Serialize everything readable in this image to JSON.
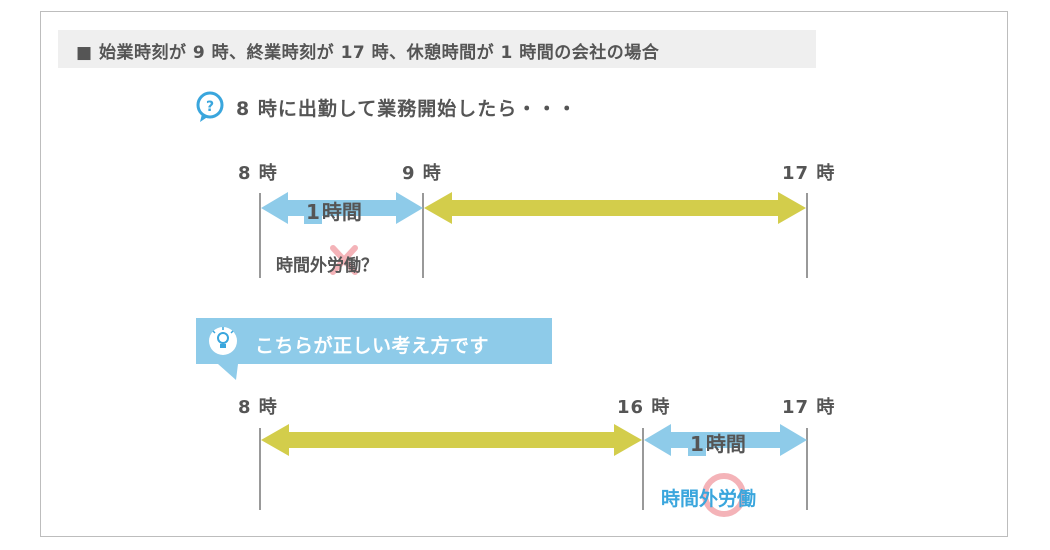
{
  "header": {
    "text": "■ 始業時刻が 9 時、終業時刻が 17 時、休憩時間が 1 時間の会社の場合"
  },
  "question": {
    "icon": "question-bubble-icon",
    "text": "8 時に出勤して業務開始したら・・・"
  },
  "timeline_wrong": {
    "labels": [
      "8 時",
      "9 時",
      "17 時"
    ],
    "hour_num": "1",
    "hour_unit": "時間",
    "overtime_label": "時間外労働？"
  },
  "callout": {
    "icon": "lightbulb-icon",
    "text": "こちらが正しい考え方です"
  },
  "timeline_correct": {
    "labels": [
      "8 時",
      "16 時",
      "17 時"
    ],
    "hour_num": "1",
    "hour_unit": "時間",
    "overtime_label": "時間外労働"
  },
  "colors": {
    "blue_arrow": "#8ecbe9",
    "olive_arrow": "#d3cd4b",
    "callout_bg": "#8ecbe9",
    "overtime_blue": "#3aa6dd",
    "cross": "#f4b3b8",
    "circle": "#f4b3b8"
  }
}
